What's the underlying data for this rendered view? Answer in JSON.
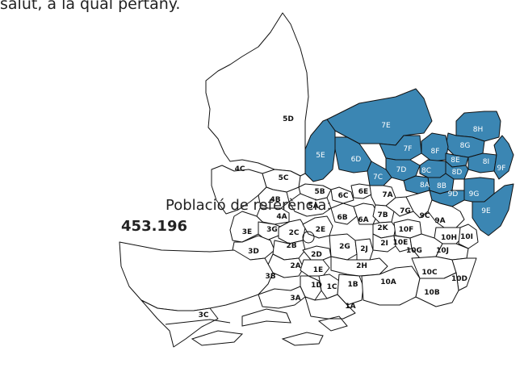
{
  "header": {
    "partial_text": "salut, a la qual pertany."
  },
  "reference": {
    "label": "Població de referència:",
    "value": "453.196"
  },
  "colors": {
    "highlight": "#3b86b3",
    "base": "#ffffff",
    "border": "#111111",
    "text": "#222222"
  },
  "zones": [
    {
      "code": "7E",
      "highlighted": true
    },
    {
      "code": "5E",
      "highlighted": true
    },
    {
      "code": "6D",
      "highlighted": true
    },
    {
      "code": "7F",
      "highlighted": true
    },
    {
      "code": "7D",
      "highlighted": true
    },
    {
      "code": "7C",
      "highlighted": true
    },
    {
      "code": "8H",
      "highlighted": true
    },
    {
      "code": "8G",
      "highlighted": true
    },
    {
      "code": "8F",
      "highlighted": true
    },
    {
      "code": "8E",
      "highlighted": true
    },
    {
      "code": "8I",
      "highlighted": true
    },
    {
      "code": "9F",
      "highlighted": true
    },
    {
      "code": "8D",
      "highlighted": true
    },
    {
      "code": "8C",
      "highlighted": true
    },
    {
      "code": "8B",
      "highlighted": true
    },
    {
      "code": "8A",
      "highlighted": true
    },
    {
      "code": "9D",
      "highlighted": true
    },
    {
      "code": "9G",
      "highlighted": true
    },
    {
      "code": "9E",
      "highlighted": true
    },
    {
      "code": "5D",
      "highlighted": false
    },
    {
      "code": "4C",
      "highlighted": false
    },
    {
      "code": "5C",
      "highlighted": false
    },
    {
      "code": "4B",
      "highlighted": false
    },
    {
      "code": "5B",
      "highlighted": false
    },
    {
      "code": "6C",
      "highlighted": false
    },
    {
      "code": "6E",
      "highlighted": false
    },
    {
      "code": "7A",
      "highlighted": false
    },
    {
      "code": "5A",
      "highlighted": false
    },
    {
      "code": "4A",
      "highlighted": false
    },
    {
      "code": "6B",
      "highlighted": false
    },
    {
      "code": "6A",
      "highlighted": false
    },
    {
      "code": "7B",
      "highlighted": false
    },
    {
      "code": "7G",
      "highlighted": false
    },
    {
      "code": "9C",
      "highlighted": false
    },
    {
      "code": "9A",
      "highlighted": false
    },
    {
      "code": "3E",
      "highlighted": false
    },
    {
      "code": "3G",
      "highlighted": false
    },
    {
      "code": "2C",
      "highlighted": false
    },
    {
      "code": "2E",
      "highlighted": false
    },
    {
      "code": "2K",
      "highlighted": false
    },
    {
      "code": "10F",
      "highlighted": false
    },
    {
      "code": "10H",
      "highlighted": false
    },
    {
      "code": "10I",
      "highlighted": false
    },
    {
      "code": "3D",
      "highlighted": false
    },
    {
      "code": "2B",
      "highlighted": false
    },
    {
      "code": "2D",
      "highlighted": false
    },
    {
      "code": "2G",
      "highlighted": false
    },
    {
      "code": "2J",
      "highlighted": false
    },
    {
      "code": "2I",
      "highlighted": false
    },
    {
      "code": "10E",
      "highlighted": false
    },
    {
      "code": "10G",
      "highlighted": false
    },
    {
      "code": "10J",
      "highlighted": false
    },
    {
      "code": "2A",
      "highlighted": false
    },
    {
      "code": "1E",
      "highlighted": false
    },
    {
      "code": "2H",
      "highlighted": false
    },
    {
      "code": "3B",
      "highlighted": false
    },
    {
      "code": "1D",
      "highlighted": false
    },
    {
      "code": "1C",
      "highlighted": false
    },
    {
      "code": "1B",
      "highlighted": false
    },
    {
      "code": "10A",
      "highlighted": false
    },
    {
      "code": "10C",
      "highlighted": false
    },
    {
      "code": "10D",
      "highlighted": false
    },
    {
      "code": "3A",
      "highlighted": false
    },
    {
      "code": "10B",
      "highlighted": false
    },
    {
      "code": "1A",
      "highlighted": false
    },
    {
      "code": "3C",
      "highlighted": false
    }
  ]
}
